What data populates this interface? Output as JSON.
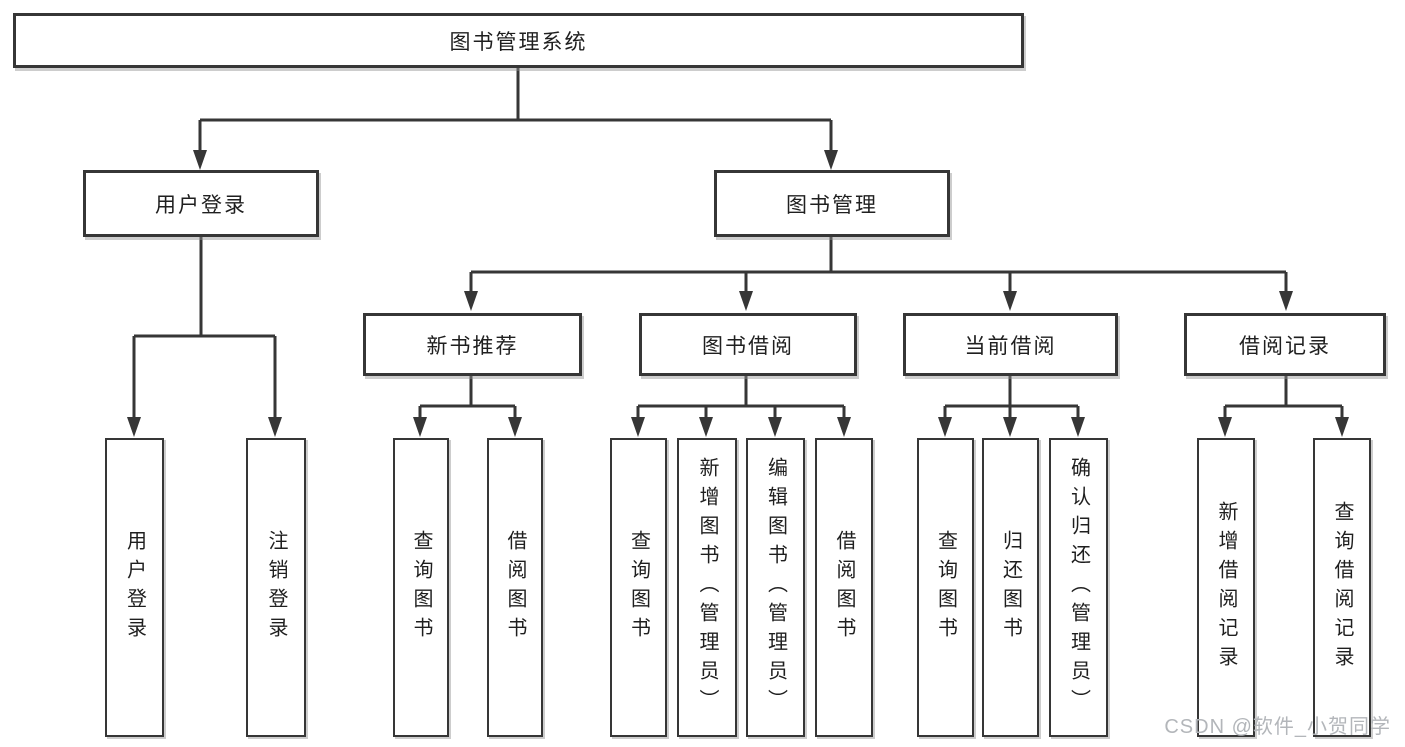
{
  "diagram": {
    "type": "tree",
    "root": {
      "label": "图书管理系统"
    },
    "branches": [
      {
        "label": "用户登录",
        "children": [
          "用户登录",
          "注销登录"
        ]
      },
      {
        "label": "图书管理",
        "children": [
          {
            "label": "新书推荐",
            "children": [
              "查询图书",
              "借阅图书"
            ]
          },
          {
            "label": "图书借阅",
            "children": [
              "查询图书",
              "新增图书（管理员）",
              "编辑图书（管理员）",
              "借阅图书"
            ]
          },
          {
            "label": "当前借阅",
            "children": [
              "查询图书",
              "归还图书",
              "确认归还（管理员）"
            ]
          },
          {
            "label": "借阅记录",
            "children": [
              "新增借阅记录",
              "查询借阅记录"
            ]
          }
        ]
      }
    ],
    "watermark": "CSDN @软件_小贺同学",
    "colors": {
      "line": "#363636",
      "box_border": "#363636",
      "box_fill": "#ffffff",
      "text": "#1f1f1f",
      "watermark": "#b3b6ba",
      "background": "#ffffff"
    }
  }
}
